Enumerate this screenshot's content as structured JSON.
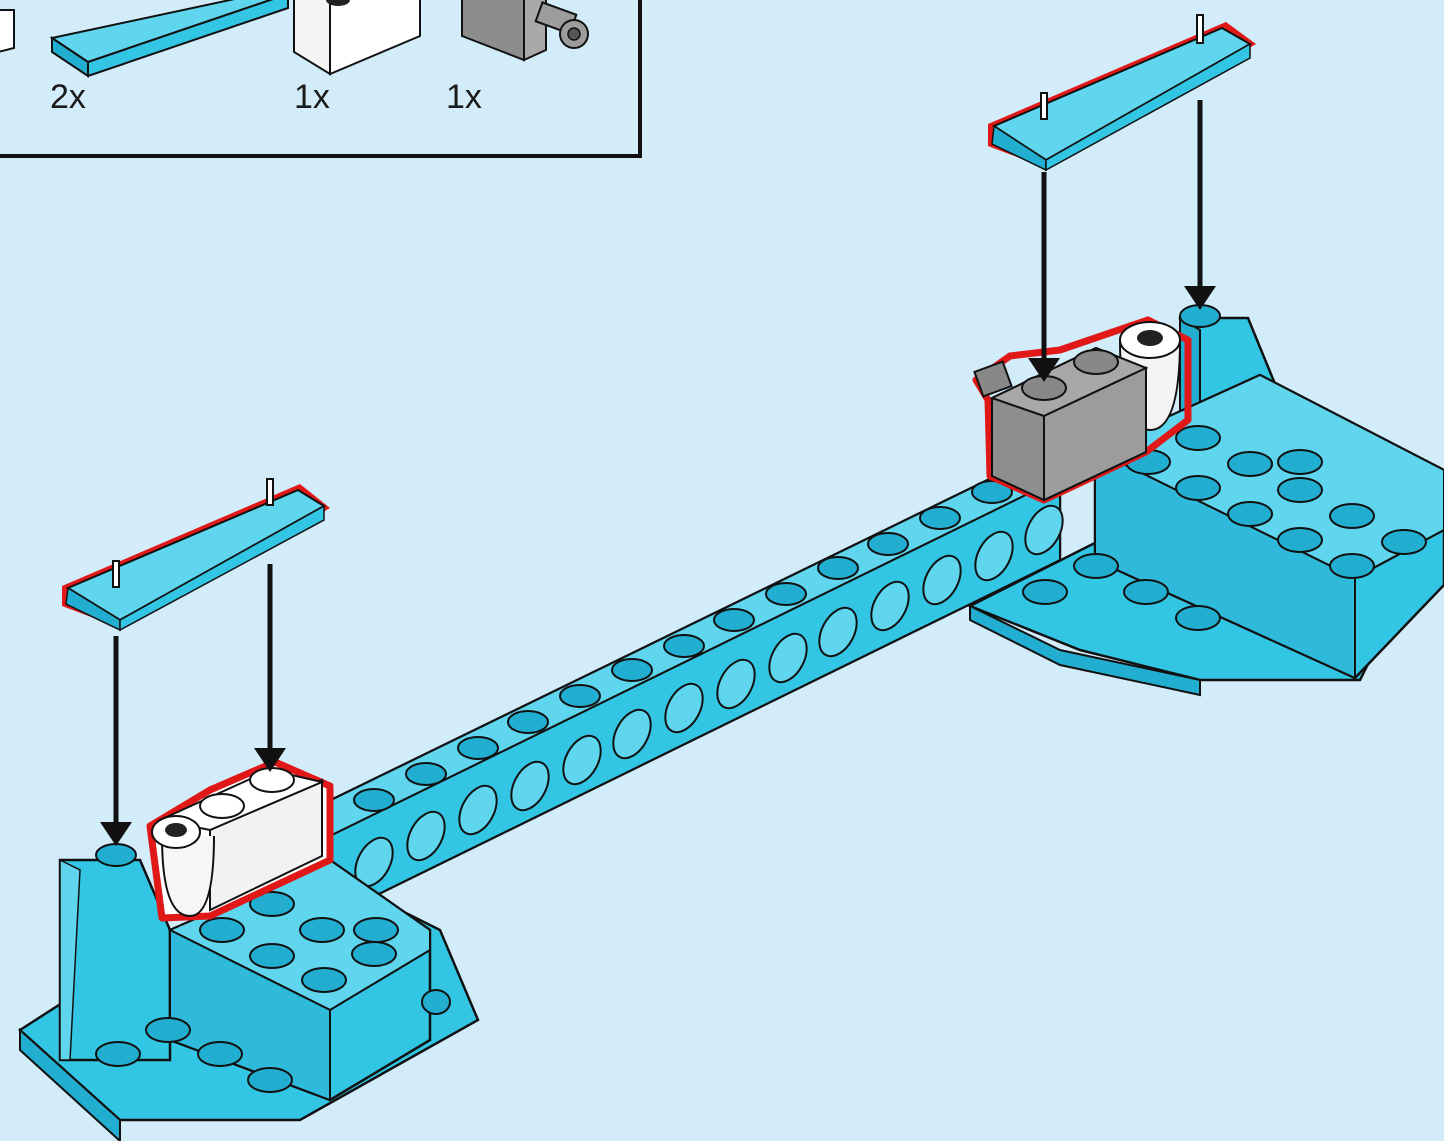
{
  "colors": {
    "background": "#d3ecfa",
    "brick_blue": "#33c6e4",
    "brick_blue_top": "#5fd6ee",
    "brick_blue_side": "#22aed0",
    "highlight": "#e01818",
    "outline": "#111111",
    "white_part": "#ffffff",
    "gray_part": "#9c9c9c"
  },
  "parts_callout": {
    "items": [
      {
        "name": "tile-1x6-blue",
        "quantity": "2x"
      },
      {
        "name": "brick-1x2-with-pin-hole-white",
        "quantity": "1x"
      },
      {
        "name": "brick-1x2-with-axle-gray",
        "quantity": "1x"
      }
    ]
  },
  "icons": [
    "arrow-down-icon",
    "stud-icon",
    "technic-hole-icon"
  ]
}
